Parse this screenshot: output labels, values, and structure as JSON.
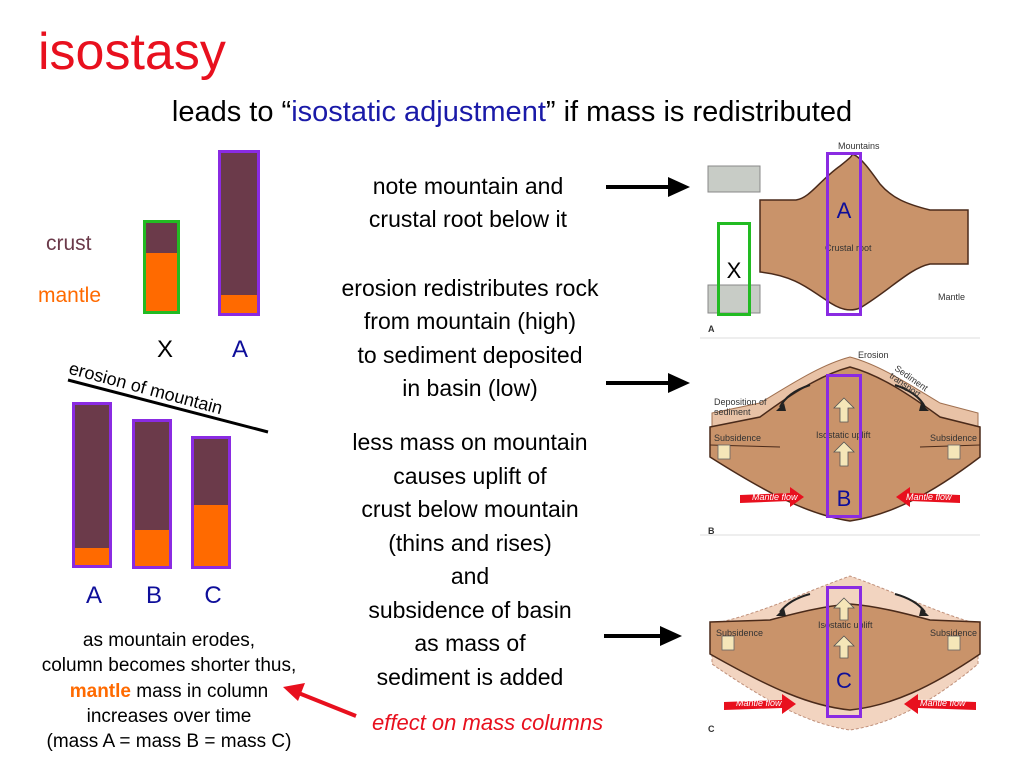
{
  "title": "isostasy",
  "subtitle": {
    "pre": "leads to “",
    "highlight": "isostatic adjustment",
    "post": "” if mass is redistributed"
  },
  "legend": {
    "crust": "crust",
    "mantle": "mantle"
  },
  "top_columns": [
    {
      "label": "X",
      "mantle_fraction": 0.62
    },
    {
      "label": "A",
      "mantle_fraction": 0.12
    }
  ],
  "erosion_label": "erosion of mountain",
  "bottom_columns": [
    {
      "label": "A",
      "mantle_fraction": 0.12
    },
    {
      "label": "B",
      "mantle_fraction": 0.27
    },
    {
      "label": "C",
      "mantle_fraction": 0.47
    }
  ],
  "caption": {
    "line1": "as mountain erodes,",
    "line2": "column becomes shorter thus,",
    "mantle_word": "mantle",
    "line3_rest": " mass in column",
    "line4": "increases over time",
    "line5": "(mass A = mass B = mass C)"
  },
  "notes": {
    "note1_l1": "note mountain and",
    "note1_l2": "crustal root below it",
    "note2_l1": "erosion redistributes rock",
    "note2_l2": "from mountain (high)",
    "note2_l3": "to sediment deposited",
    "note2_l4": "in basin (low)",
    "note3_l1": "less mass on mountain",
    "note3_l2": "causes uplift of",
    "note3_l3": "crust below mountain",
    "note3_l4": "(thins and rises)",
    "note3_l5": "and",
    "note3_l6": "subsidence of basin",
    "note3_l7": "as mass of",
    "note3_l8": "sediment is added"
  },
  "effect": "effect on mass columns",
  "panel_a": {
    "mountains": "Mountains",
    "crustal_root": "Crustal root",
    "mantle": "Mantle",
    "tag": "A",
    "box_x": "X",
    "box_a": "A"
  },
  "panel_b": {
    "erosion": "Erosion",
    "sediment_transport": "Sediment transport",
    "deposition": "Deposition of sediment",
    "subsidence_l": "Subsidence",
    "subsidence_r": "Subsidence",
    "uplift": "Isostatic uplift",
    "mantle_flow_l": "Mantle flow",
    "mantle_flow_r": "Mantle flow",
    "tag": "B",
    "box": "B"
  },
  "panel_c": {
    "subsidence_l": "Subsidence",
    "subsidence_r": "Subsidence",
    "uplift": "Isostatic uplift",
    "mantle_flow_l": "Mantle flow",
    "mantle_flow_r": "Mantle flow",
    "tag": "C",
    "box": "C"
  },
  "colors": {
    "crust": "#6b3a4a",
    "mantle": "#ff6a00",
    "purple": "#8a2be2",
    "green": "#22bb22",
    "red": "#e8101e",
    "blue_text": "#0e0e9a",
    "rock": "#c9936a"
  }
}
